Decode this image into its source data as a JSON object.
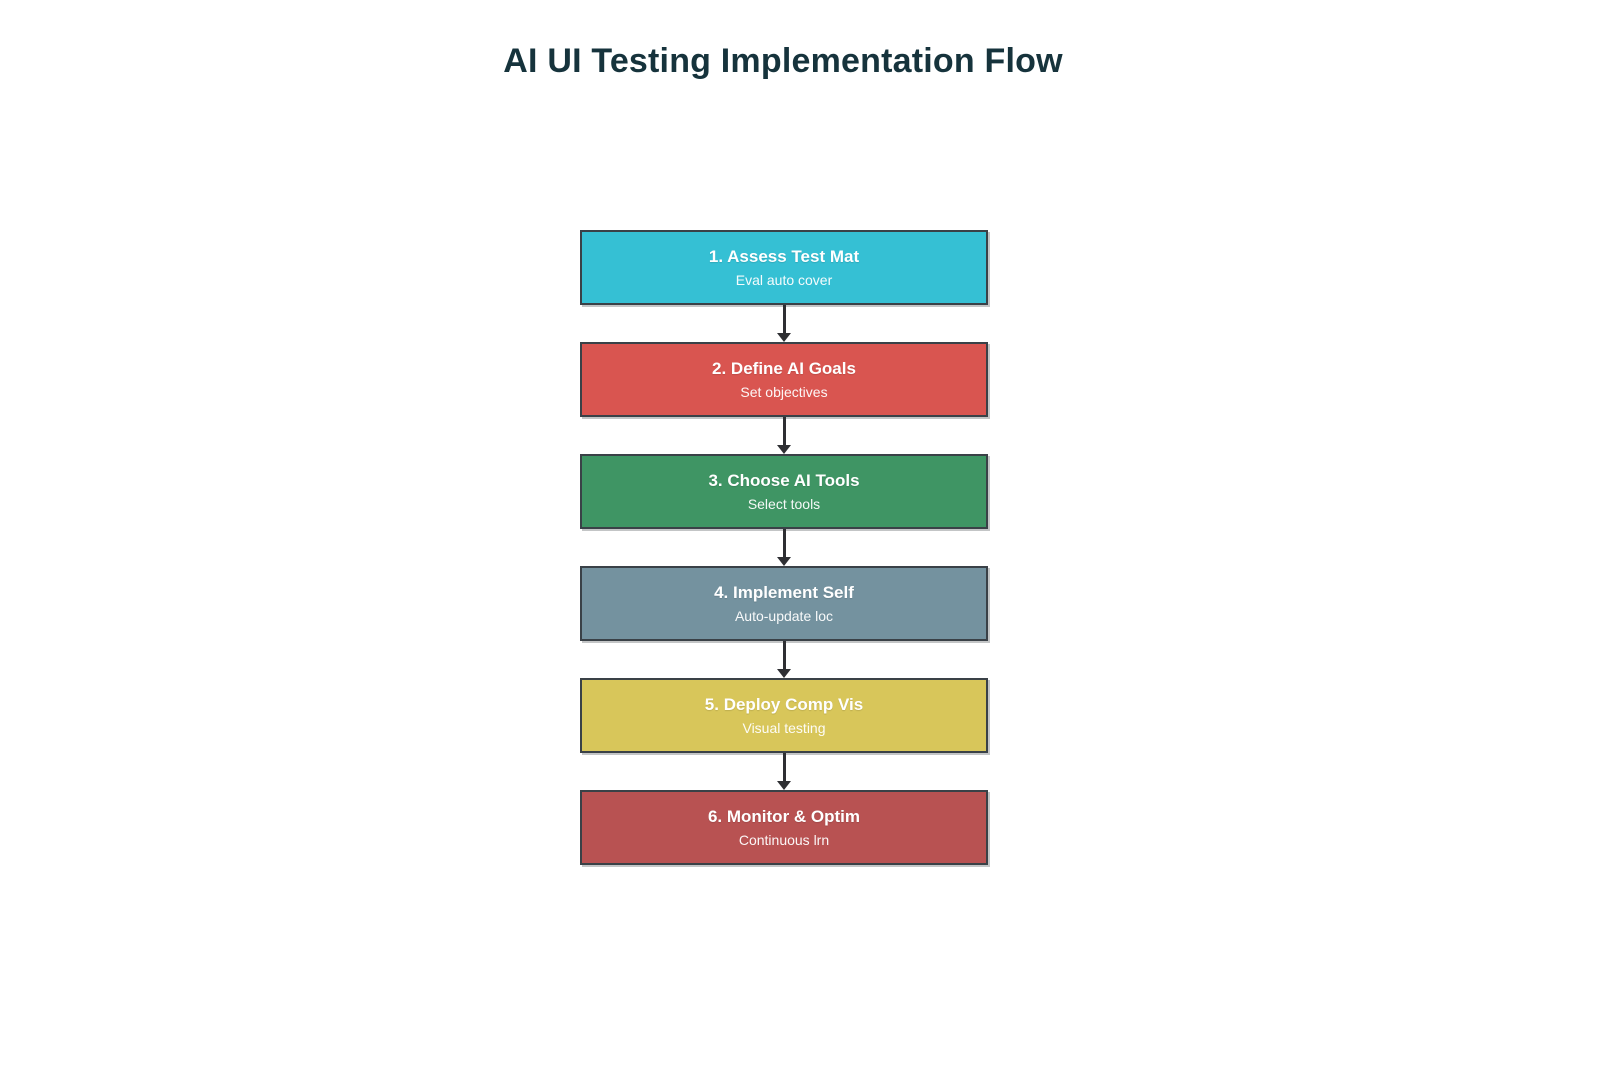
{
  "title": "AI UI Testing Implementation Flow",
  "colors": {
    "title_text": "#16333c",
    "node_border": "#3a4147",
    "arrow": "#2e2f33",
    "node_text": "#ffffff"
  },
  "nodes": [
    {
      "title": "1. Assess Test Mat",
      "subtitle": "Eval auto cover",
      "fill": "#35c0d4"
    },
    {
      "title": "2. Define AI Goals",
      "subtitle": "Set objectives",
      "fill": "#d95550"
    },
    {
      "title": "3. Choose AI Tools",
      "subtitle": "Select tools",
      "fill": "#3f9564"
    },
    {
      "title": "4. Implement Self",
      "subtitle": "Auto-update loc",
      "fill": "#74929f"
    },
    {
      "title": "5. Deploy Comp Vis",
      "subtitle": "Visual testing",
      "fill": "#d8c65a"
    },
    {
      "title": "6. Monitor & Optim",
      "subtitle": "Continuous lrn",
      "fill": "#b85252"
    }
  ]
}
